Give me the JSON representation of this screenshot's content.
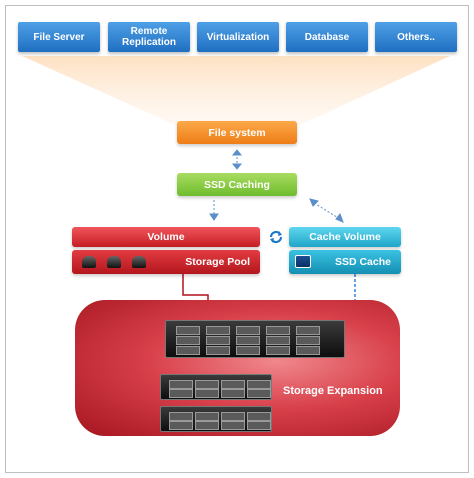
{
  "applications": [
    "File Server",
    "Remote Replication",
    "Virtualization",
    "Database",
    "Others.."
  ],
  "layers": {
    "file_system": "File system",
    "ssd_caching": "SSD Caching",
    "volume": "Volume",
    "storage_pool": "Storage Pool",
    "cache_volume": "Cache Volume",
    "ssd_cache": "SSD Cache"
  },
  "expansion_label": "Storage Expansion",
  "colors": {
    "app_blue": "#2f82d3",
    "file_system_orange": "#f28c22",
    "ssd_caching_green": "#86c741",
    "volume_red": "#d9262e",
    "cache_cyan": "#2bb5d8",
    "expansion_red": "#c42a33"
  },
  "icons": [
    "hard-disk-icon",
    "sync-icon",
    "ssd-icon",
    "nas-server-icon"
  ]
}
